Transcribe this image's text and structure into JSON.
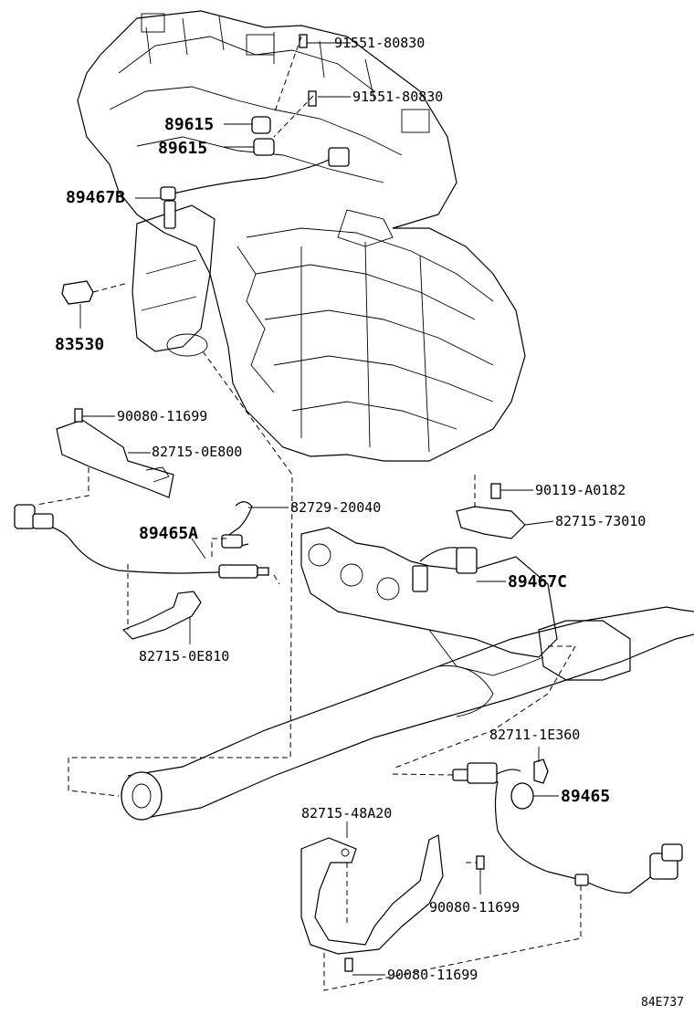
{
  "labels": {
    "p91551_a": "91551-80830",
    "p91551_b": "91551-80830",
    "p89615_a": "89615",
    "p89615_b": "89615",
    "p89467b": "89467B",
    "p83530": "83530",
    "p90080_top": "90080-11699",
    "p82715_0e800": "82715-0E800",
    "p82729": "82729-20040",
    "p89465a": "89465A",
    "p82715_0e810": "82715-0E810",
    "p90119": "90119-A0182",
    "p82715_73010": "82715-73010",
    "p89467c": "89467C",
    "p82711": "82711-1E360",
    "p89465": "89465",
    "p82715_48a20": "82715-48A20",
    "p90080_mid": "90080-11699",
    "p90080_bot": "90080-11699"
  },
  "diagram_code": "84E737"
}
